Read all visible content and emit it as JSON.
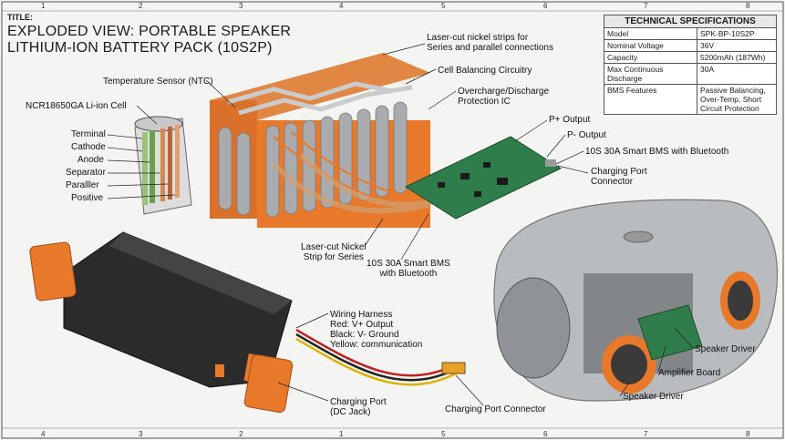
{
  "title": {
    "label": "TITLE:",
    "line1": "EXPLODED VIEW: PORTABLE SPEAKER",
    "line2": "LITHIUM-ION BATTERY PACK (10S2P)"
  },
  "spec_table": {
    "heading": "TECHNICAL SPECIFICATIONS",
    "rows": [
      {
        "k": "Model",
        "v": "SPK-BP-10S2P"
      },
      {
        "k": "Nominal Voltage",
        "v": "36V"
      },
      {
        "k": "Capacity",
        "v": "5200mAh (187Wh)"
      },
      {
        "k": "Max Continuous Discharge",
        "v": "30A"
      },
      {
        "k": "BMS Features",
        "v": "Passive Balancing, Over-Temp, Short Circuit Protection"
      }
    ]
  },
  "grid": {
    "top": [
      "1",
      "2",
      "3",
      "4",
      "5",
      "6",
      "7",
      "8"
    ],
    "bottom": [
      "4",
      "3",
      "2",
      "1",
      "5",
      "6",
      "7",
      "8"
    ]
  },
  "labels": {
    "nickel_strips_top": "Laser-cut nickel strips for\nSeries and parallel connections",
    "cell_balancing": "Cell Balancing Circuitry",
    "overcharge_ic": "Overcharge/Discharge\nProtection IC",
    "temp_sensor": "Temperature Sensor (NTC)",
    "cell_name": "NCR18650GA Li-ion Cell",
    "terminal": "Terminal",
    "cathode": "Cathode",
    "anode": "Anode",
    "separator": "Separator",
    "paralller": "Paralller",
    "positive": "Positive",
    "p_plus": "P+ Output",
    "p_minus": "P- Output",
    "bms_bt": "10S 30A Smart BMS with Bluetooth",
    "charging_port_connector_r": "Charging Port\nConnector",
    "nickel_series": "Laser-cut Nickel\nStrip for Series",
    "bms_bt_bottom": "10S 30A Smart BMS\nwith Bluetooth",
    "wiring_harness": "Wiring Harness",
    "red_wire": "Red: V+ Output",
    "black_wire": "Black: V- Ground",
    "yellow_wire": "Yellow: communication",
    "charging_port_dc": "Charging Port\n(DC Jack)",
    "charging_port_connector": "Charging Port Connector",
    "speaker_driver_top": "Speaker Driver",
    "amplifier_board": "Amplifier Board",
    "speaker_driver_bottom": "Speaker Driver"
  },
  "colors": {
    "orange": "#e8782a",
    "cell_gray": "#a7a9ac",
    "pcb_green": "#2f7d4a",
    "housing": "#2b2b2b",
    "speaker_shell": "#b9bcbf"
  }
}
